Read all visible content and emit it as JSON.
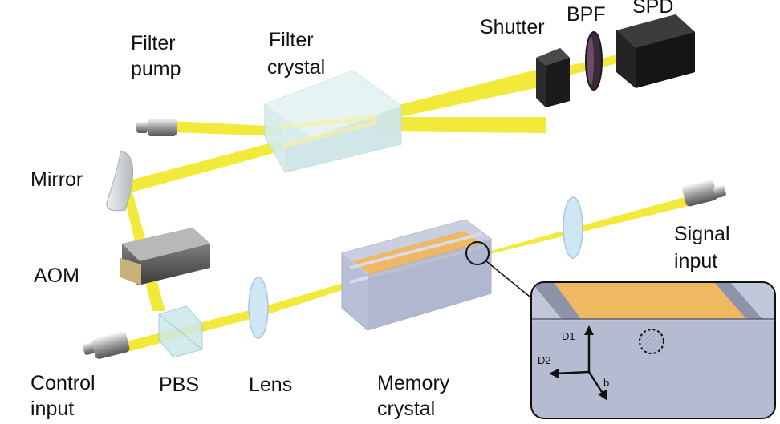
{
  "labels": {
    "filter_pump": [
      "Filter",
      "pump"
    ],
    "filter_crystal": [
      "Filter",
      "crystal"
    ],
    "shutter": "Shutter",
    "bpf": "BPF",
    "spd": "SPD",
    "mirror": "Mirror",
    "aom": "AOM",
    "signal_input": [
      "Signal",
      "input"
    ],
    "control_input": [
      "Control",
      "input"
    ],
    "pbs": "PBS",
    "lens": "Lens",
    "memory_crystal": [
      "Memory",
      "crystal"
    ]
  },
  "inset": {
    "axis_d1": "D1",
    "axis_d2": "D2",
    "axis_b": "b"
  },
  "colors": {
    "beam": "#f2ea3a",
    "electrode": "#f0b860",
    "crystal_gray": "#b9bfd6",
    "filter_crystal": "#d6ecec",
    "lens": "#cfe6f4",
    "dark_component": "#2a2a2a"
  }
}
